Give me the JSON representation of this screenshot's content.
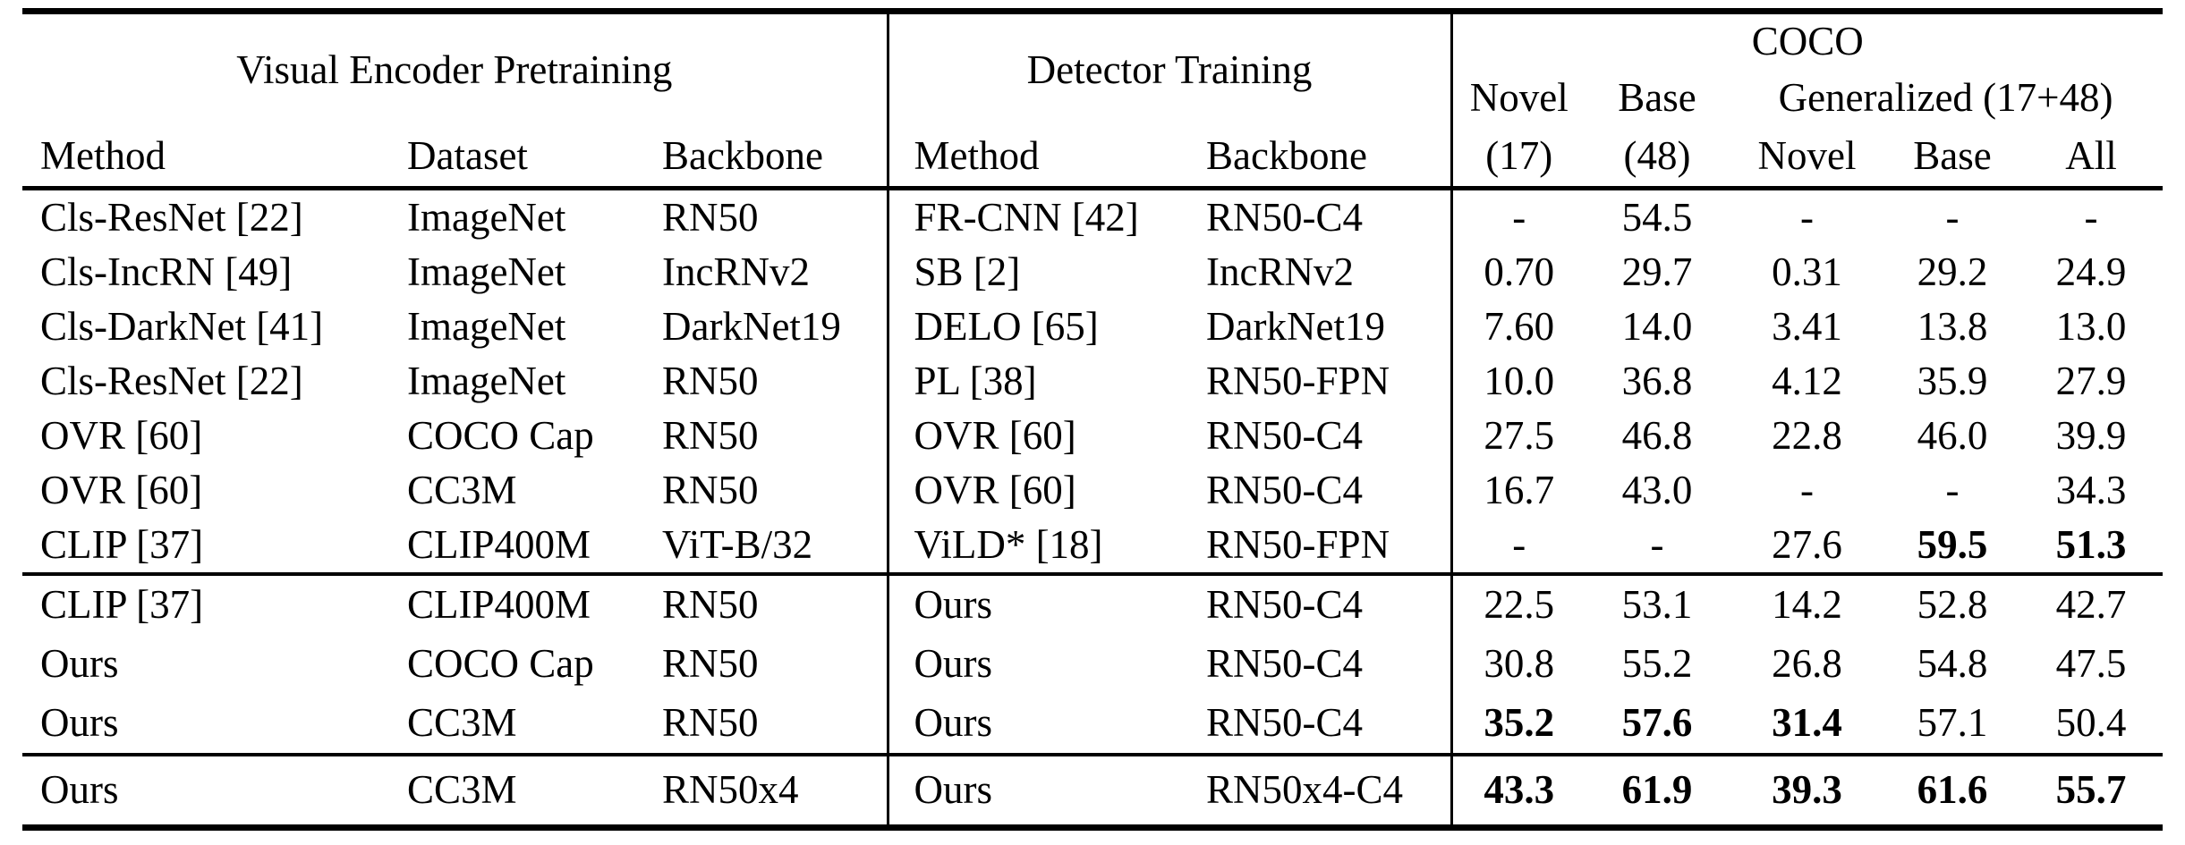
{
  "page": {
    "background": "#ffffff",
    "text_color": "#000000",
    "rule_color": "#000000"
  },
  "table": {
    "groups": [
      {
        "label": "Visual Encoder Pretraining"
      },
      {
        "label": "Detector Training"
      },
      {
        "label": "COCO"
      }
    ],
    "coco_subheaders": [
      {
        "label": "Novel"
      },
      {
        "label": "Base"
      },
      {
        "label": "Generalized (17+48)"
      }
    ],
    "columns": [
      "Method",
      "Dataset",
      "Backbone",
      "Method",
      "Backbone",
      "(17)",
      "(48)",
      "Novel",
      "Base",
      "All"
    ],
    "sections": [
      {
        "name": "prior-methods",
        "rows": [
          {
            "cells": [
              "Cls-ResNet [22]",
              "ImageNet",
              "RN50",
              "FR-CNN [42]",
              "RN50-C4",
              "-",
              "54.5",
              "-",
              "-",
              "-"
            ],
            "bold": []
          },
          {
            "cells": [
              "Cls-IncRN [49]",
              "ImageNet",
              "IncRNv2",
              "SB [2]",
              "IncRNv2",
              "0.70",
              "29.7",
              "0.31",
              "29.2",
              "24.9"
            ],
            "bold": []
          },
          {
            "cells": [
              "Cls-DarkNet [41]",
              "ImageNet",
              "DarkNet19",
              "DELO [65]",
              "DarkNet19",
              "7.60",
              "14.0",
              "3.41",
              "13.8",
              "13.0"
            ],
            "bold": []
          },
          {
            "cells": [
              "Cls-ResNet [22]",
              "ImageNet",
              "RN50",
              "PL [38]",
              "RN50-FPN",
              "10.0",
              "36.8",
              "4.12",
              "35.9",
              "27.9"
            ],
            "bold": []
          },
          {
            "cells": [
              "OVR [60]",
              "COCO Cap",
              "RN50",
              "OVR [60]",
              "RN50-C4",
              "27.5",
              "46.8",
              "22.8",
              "46.0",
              "39.9"
            ],
            "bold": []
          },
          {
            "cells": [
              "OVR [60]",
              "CC3M",
              "RN50",
              "OVR [60]",
              "RN50-C4",
              "16.7",
              "43.0",
              "-",
              "-",
              "34.3"
            ],
            "bold": []
          },
          {
            "cells": [
              "CLIP [37]",
              "CLIP400M",
              "ViT-B/32",
              "ViLD* [18]",
              "RN50-FPN",
              "-",
              "-",
              "27.6",
              "59.5",
              "51.3"
            ],
            "bold": [
              8,
              9
            ]
          }
        ]
      },
      {
        "name": "ours-rn50",
        "rows": [
          {
            "cells": [
              "CLIP [37]",
              "CLIP400M",
              "RN50",
              "Ours",
              "RN50-C4",
              "22.5",
              "53.1",
              "14.2",
              "52.8",
              "42.7"
            ],
            "bold": []
          },
          {
            "cells": [
              "Ours",
              "COCO Cap",
              "RN50",
              "Ours",
              "RN50-C4",
              "30.8",
              "55.2",
              "26.8",
              "54.8",
              "47.5"
            ],
            "bold": []
          },
          {
            "cells": [
              "Ours",
              "CC3M",
              "RN50",
              "Ours",
              "RN50-C4",
              "35.2",
              "57.6",
              "31.4",
              "57.1",
              "50.4"
            ],
            "bold": [
              5,
              6,
              7
            ]
          }
        ]
      },
      {
        "name": "ours-rn50x4",
        "rows": [
          {
            "cells": [
              "Ours",
              "CC3M",
              "RN50x4",
              "Ours",
              "RN50x4-C4",
              "43.3",
              "61.9",
              "39.3",
              "61.6",
              "55.7"
            ],
            "bold": [
              5,
              6,
              7,
              8,
              9
            ]
          }
        ]
      }
    ]
  }
}
